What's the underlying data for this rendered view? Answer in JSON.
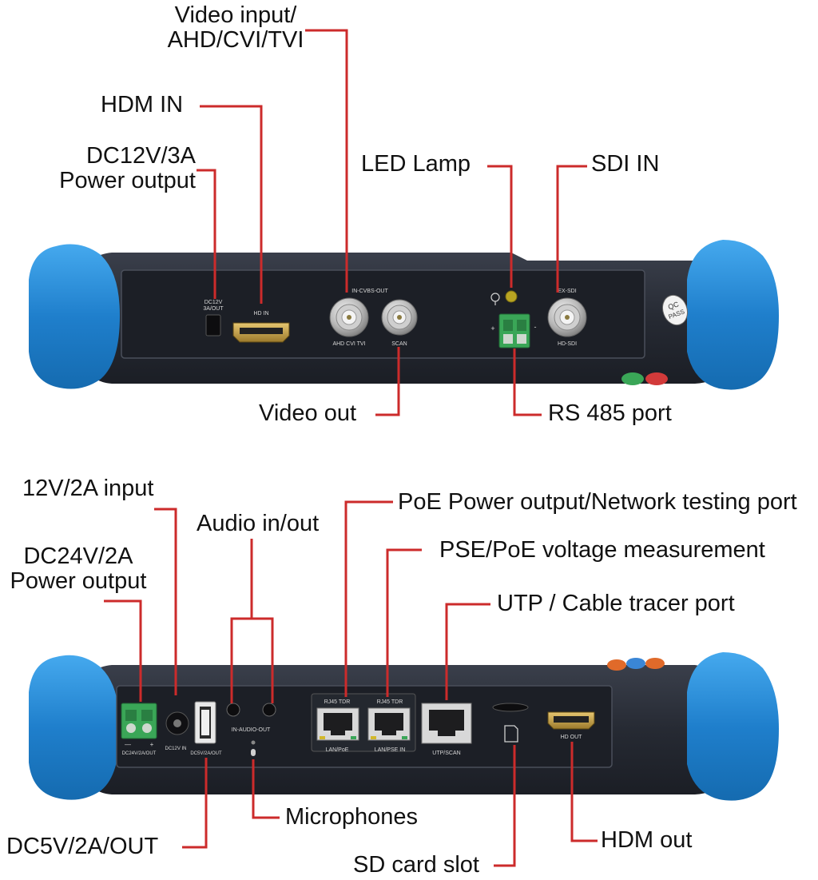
{
  "callouts": {
    "video_input": "Video input/\nAHD/CVI/TVI",
    "hdmi_in": "HDM IN",
    "dc12v_output": "DC12V/3A\nPower output",
    "led_lamp": "LED Lamp",
    "sdi_in": "SDI IN",
    "video_out": "Video out",
    "rs485": "RS 485 port",
    "input_12v": "12V/2A input",
    "audio": "Audio in/out",
    "dc24v_output": "DC24V/2A\nPower output",
    "poe_output": "PoE Power output/Network testing port",
    "pse_measure": "PSE/PoE voltage measurement",
    "utp_tracer": "UTP / Cable tracer port",
    "microphones": "Microphones",
    "dc5v_out": "DC5V/2A/OUT",
    "sd_slot": "SD card slot",
    "hdmi_out": "HDM out"
  },
  "top_panel": {
    "dc12v_label": "DC12V\n3A/OUT",
    "hdin_label": "HD IN",
    "cvbs_label": "IN-CVBS-OUT",
    "ahd_label": "AHD  CVI  TVI",
    "scan_label": "SCAN",
    "exsdi_label": "EX-SDI",
    "hdsdi_label": "HD-SDI",
    "plus_label": "+",
    "minus_label": "-",
    "qc_label": "QC\nPASS"
  },
  "bottom_panel": {
    "dc24v_label": "DC24V/2A/OUT",
    "dc12vin_label": "DC12V IN",
    "dc5v_label": "DC5V/2A/OUT",
    "audio_label": "IN-AUDIO-OUT",
    "rj45_1_label": "RJ45 TDR",
    "rj45_2_label": "RJ45 TDR",
    "lanpoe_label": "LAN/PoE",
    "lanpse_label": "LAN/PSE IN",
    "utpscan_label": "UTP/SCAN",
    "hdout_label": "HD OUT",
    "minus_label": "—",
    "plus_label": "+"
  },
  "colors": {
    "bumper": "#2f8fd6",
    "body": "#262a33",
    "panel": "#1c1f26",
    "leader": "#cc2b2b",
    "terminal": "#3aa657"
  }
}
